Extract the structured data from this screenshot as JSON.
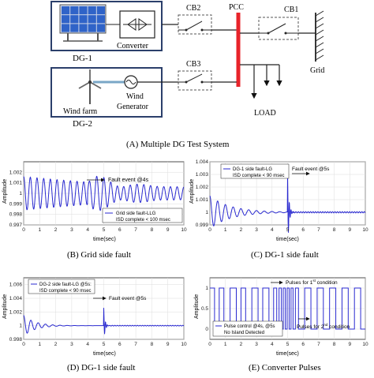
{
  "schematic": {
    "dg1": {
      "block_label": "DG-1",
      "converter_label": "Converter",
      "solar_icon": "solar-panel-icon",
      "converter_icon": "rectifier-icon"
    },
    "dg2": {
      "block_label": "DG-2",
      "windfarm_label": "Wind farm",
      "generator_label_1": "Wind",
      "generator_label_2": "Generator",
      "turbine_icon": "wind-turbine-icon",
      "generator_icon": "ac-generator-icon"
    },
    "cb1": "CB1",
    "cb2": "CB2",
    "cb3": "CB3",
    "pcc": "PCC",
    "grid": "Grid",
    "load": "LOAD",
    "colors": {
      "bus": "#e8232a",
      "blue_box": "#2b3f6b",
      "panel": "#2f63c8"
    }
  },
  "captions": {
    "a": "(A) Multiple DG Test System",
    "b": "(B) Grid side fault",
    "c": "(C) DG-1 side fault",
    "d": "(D) DG-1 side fault",
    "e": "(E) Converter Pulses"
  },
  "plots": {
    "b": {
      "ylabel": "Amplitude",
      "xlabel": "time(sec)",
      "annotation": "Fault event @4s",
      "legend_line1": "Grid side fault-LLG",
      "legend_line2": "ISD complete < 100 msec"
    },
    "c": {
      "ylabel": "Amplitude",
      "xlabel": "time(sec)",
      "annotation": "Fault event @5s",
      "legend_line1": "DG-1 side fault-LG",
      "legend_line2": "ISD complete < 90 msec"
    },
    "d": {
      "ylabel": "Amplitude",
      "xlabel": "time(sec)",
      "annotation": "Fault event @5s",
      "legend_line1": "DG-2 side fault-LG @5s:",
      "legend_line2": "ISD complete < 90 msec"
    },
    "e": {
      "ylabel": "Amplitude",
      "xlabel": "time(sec)",
      "annotation1_prefix": "Pulses for 1",
      "annotation1_sup": "st",
      "annotation1_suffix": " condition",
      "annotation2_prefix": "Pulses for 2",
      "annotation2_sup": "nd",
      "annotation2_suffix": " condition",
      "legend_line1": "Pulse control @4s, @5s",
      "legend_line2": "No Island Detected"
    }
  },
  "chart_data": [
    {
      "type": "line",
      "id": "b",
      "xlim": [
        0,
        10
      ],
      "ylim": [
        0.997,
        1.003
      ],
      "xticks": [
        "0",
        "1",
        "2",
        "3",
        "4",
        "5",
        "6",
        "7",
        "8",
        "9",
        "10"
      ],
      "yticks": [
        "0.997",
        "0.998",
        "0.999",
        "1",
        "1.001",
        "1.002"
      ],
      "yticks_values": [
        0.997,
        0.998,
        0.999,
        1,
        1.001,
        1.002
      ],
      "series": [
        {
          "x_start": 0,
          "x_end": 10,
          "baseline": 1.0,
          "amp0": 0.0016,
          "decay": 0.1,
          "freq": 2.4,
          "fault_x": 4.0,
          "fault_amp": 0.0021,
          "fault_decay": 0.75,
          "fault_freq": 2.0
        }
      ]
    },
    {
      "type": "line",
      "id": "c",
      "xlim": [
        0,
        10
      ],
      "ylim": [
        0.999,
        1.004
      ],
      "xticks": [
        "0",
        "1",
        "2",
        "3",
        "4",
        "5",
        "6",
        "7",
        "8",
        "9",
        "10"
      ],
      "yticks": [
        "0.999",
        "1",
        "1.001",
        "1.002",
        "1.003",
        "1.004"
      ],
      "yticks_values": [
        0.999,
        1,
        1.001,
        1.002,
        1.003,
        1.004
      ],
      "series": [
        {
          "x_start": 0,
          "x_end": 10,
          "baseline": 1.0,
          "amp0": 0.0013,
          "decay": 0.75,
          "freq": 2.0,
          "fault_x": 5.0,
          "fault_peak": 1.0031,
          "fault_decay": 3.0,
          "fault_freq": 3.0,
          "settle_x": 5.4
        }
      ]
    },
    {
      "type": "line",
      "id": "d",
      "xlim": [
        0,
        10
      ],
      "ylim": [
        0.998,
        1.007
      ],
      "xticks": [
        "0",
        "1",
        "2",
        "3",
        "4",
        "5",
        "6",
        "7",
        "8",
        "9",
        "10"
      ],
      "yticks": [
        "0.998",
        "1",
        "1.002",
        "1.004",
        "1.006"
      ],
      "yticks_values": [
        0.998,
        1.0,
        1.002,
        1.004,
        1.006
      ],
      "series": [
        {
          "x_start": 0,
          "x_end": 10,
          "baseline": 1.0,
          "amp0": 0.0015,
          "decay": 1.4,
          "freq": 2.2,
          "fault_x": 5.0,
          "fault_peak": 1.0026,
          "fault_decay": 3.5,
          "fault_freq": 3.0,
          "settle_x": 5.4
        }
      ]
    },
    {
      "type": "line",
      "id": "e",
      "xlim": [
        0,
        10
      ],
      "ylim": [
        -0.25,
        1.25
      ],
      "xticks": [
        "0",
        "1",
        "2",
        "3",
        "4",
        "5",
        "6",
        "7",
        "8",
        "9",
        "10"
      ],
      "yticks": [
        "0",
        "0.5",
        "1"
      ],
      "yticks_values": [
        0,
        0.5,
        1
      ],
      "series": [
        {
          "type": "pulse",
          "levels": [
            0,
            1
          ],
          "edges": [
            0.3,
            0.6,
            0.9,
            1.3,
            1.7,
            2.0,
            2.3,
            2.7,
            3.1,
            3.4,
            3.8,
            4.1,
            4.3,
            4.45,
            4.6,
            4.72,
            4.85,
            4.97,
            5.1,
            5.22,
            5.35,
            5.5,
            5.7,
            6.1,
            6.5,
            6.9,
            7.3,
            7.7,
            8.1,
            8.5,
            8.9,
            9.3,
            9.7
          ]
        }
      ]
    }
  ]
}
